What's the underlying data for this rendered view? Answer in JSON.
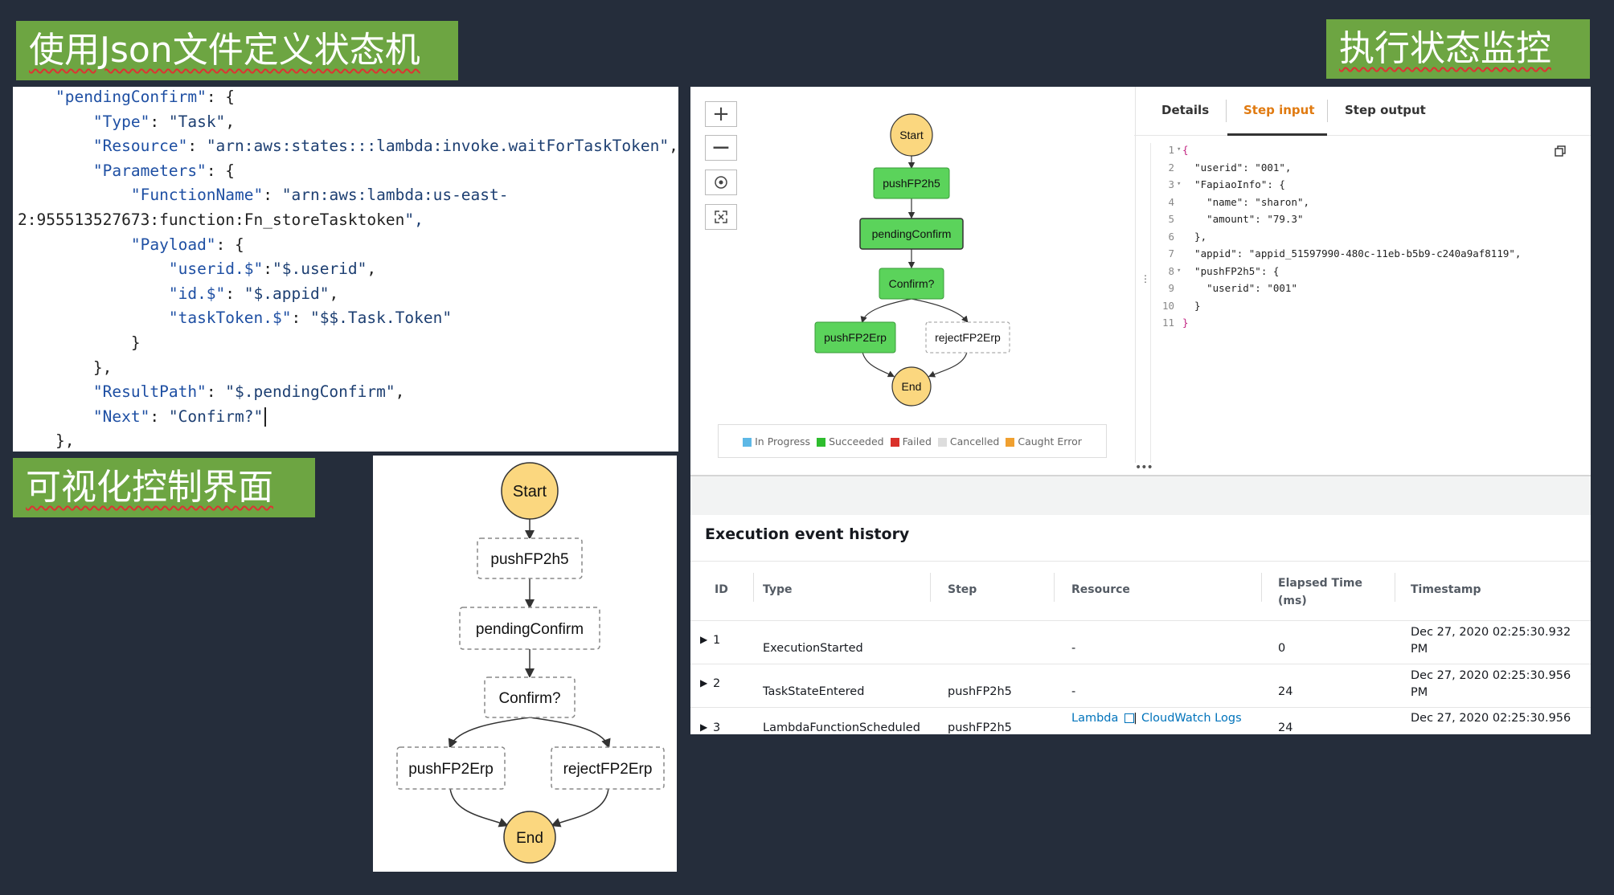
{
  "labels": {
    "json_def": "使用Json文件定义状态机",
    "monitor": "执行状态监控",
    "visual": "可视化控制界面"
  },
  "code": {
    "lines": [
      "    \"pendingConfirm\": {",
      "        \"Type\": \"Task\",",
      "        \"Resource\": \"arn:aws:states:::lambda:invoke.waitForTaskToken\",",
      "        \"Parameters\": {",
      "            \"FunctionName\": \"arn:aws:lambda:us-east-",
      "2:955513527673:function:Fn_storeTasktoken\",",
      "            \"Payload\": {",
      "                \"userid.$\":\"$.userid\",",
      "                \"id.$\": \"$.appid\",",
      "                \"taskToken.$\": \"$$.Task.Token\"",
      "            }",
      "        },",
      "        \"ResultPath\": \"$.pendingConfirm\",",
      "        \"Next\": \"Confirm?\"",
      "    },"
    ]
  },
  "workflow": {
    "start": "Start",
    "end": "End",
    "steps": {
      "push": "pushFP2h5",
      "pending": "pendingConfirm",
      "confirm": "Confirm?",
      "push_erp": "pushFP2Erp",
      "reject_erp": "rejectFP2Erp"
    }
  },
  "console": {
    "zoom_icons": [
      "plus-icon",
      "minus-icon",
      "center-icon",
      "fit-icon"
    ],
    "legend": [
      {
        "label": "In Progress",
        "color": "#5db8e6"
      },
      {
        "label": "Succeeded",
        "color": "#2ebd2e"
      },
      {
        "label": "Failed",
        "color": "#d9302a"
      },
      {
        "label": "Cancelled",
        "color": "#dddddd"
      },
      {
        "label": "Caught Error",
        "color": "#f0a030"
      }
    ],
    "tabs": {
      "details": "Details",
      "step_input": "Step input",
      "step_output": "Step output"
    },
    "json_lines": [
      {
        "n": "1",
        "t": "{"
      },
      {
        "n": "2",
        "t": "  \"userid\": \"001\","
      },
      {
        "n": "3",
        "t": "  \"FapiaoInfo\": {"
      },
      {
        "n": "4",
        "t": "    \"name\": \"sharon\","
      },
      {
        "n": "5",
        "t": "    \"amount\": \"79.3\""
      },
      {
        "n": "6",
        "t": "  },"
      },
      {
        "n": "7",
        "t": "  \"appid\": \"appid_51597990-480c-11eb-b5b9-c240a9af8119\","
      },
      {
        "n": "8",
        "t": "  \"pushFP2h5\": {"
      },
      {
        "n": "9",
        "t": "    \"userid\": \"001\""
      },
      {
        "n": "10",
        "t": "  }"
      },
      {
        "n": "11",
        "t": "}"
      }
    ],
    "history": {
      "title": "Execution event history",
      "headers": {
        "id": "ID",
        "type": "Type",
        "step": "Step",
        "resource": "Resource",
        "elapsed": "Elapsed Time (ms)",
        "timestamp": "Timestamp"
      },
      "rows": [
        {
          "id": "1",
          "type": "ExecutionStarted",
          "step": "",
          "resource": "-",
          "elapsed": "0",
          "ts1": "Dec 27, 2020 02:25:30.932",
          "ts2": "PM"
        },
        {
          "id": "2",
          "type": "TaskStateEntered",
          "step": "pushFP2h5",
          "resource": "-",
          "elapsed": "24",
          "ts1": "Dec 27, 2020 02:25:30.956",
          "ts2": "PM"
        },
        {
          "id": "3",
          "type": "LambdaFunctionScheduled",
          "step": "pushFP2h5",
          "resource_lambda": "Lambda",
          "resource_sep": "|",
          "resource_cw": "CloudWatch Logs",
          "elapsed": "24",
          "ts1": "Dec 27, 2020 02:25:30.956",
          "ts2": ""
        }
      ]
    }
  }
}
